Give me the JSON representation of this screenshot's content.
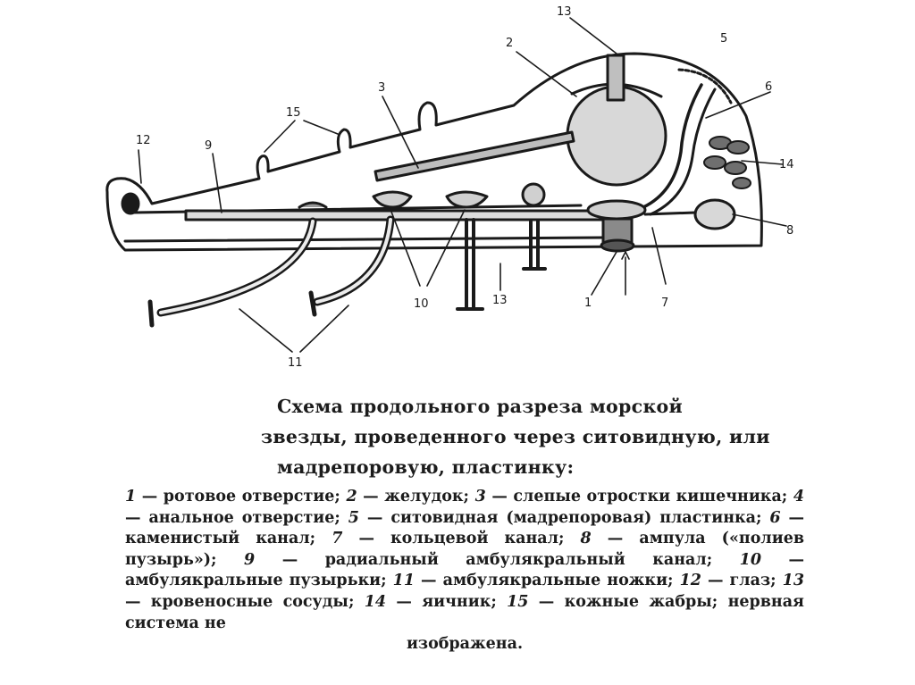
{
  "labels": {
    "l1": "1",
    "l2": "2",
    "l3": "3",
    "l5": "5",
    "l6": "6",
    "l7": "7",
    "l8": "8",
    "l9": "9",
    "l10": "10",
    "l11": "11",
    "l12": "12",
    "l13a": "13",
    "l13b": "13",
    "l14": "14",
    "l15": "15"
  },
  "caption": {
    "line1": "Схема  продольного  разреза  морской",
    "line2": "звезды,  проведенного  через  ситовидную,  или",
    "line3": "мадрепоровую,  пластинку:"
  },
  "legend": [
    {
      "num": "1",
      "text": " — ротовое отверстие; "
    },
    {
      "num": "2",
      "text": " — желудок; "
    },
    {
      "num": "3",
      "text": " — слепые отростки кишечника; "
    },
    {
      "num": "4",
      "text": " — анальное отверстие; "
    },
    {
      "num": "5",
      "text": " — ситовидная (мадрепоровая) пластинка; "
    },
    {
      "num": "6",
      "text": " — каменистый канал; "
    },
    {
      "num": "7",
      "text": " — кольцевой канал; "
    },
    {
      "num": "8",
      "text": " — ампула («полиев пузырь»); "
    },
    {
      "num": "9",
      "text": " — радиальный амбулякральный канал; "
    },
    {
      "num": "10",
      "text": " — амбулякральные пузырьки; "
    },
    {
      "num": "11",
      "text": " — амбулякральные ножки; "
    },
    {
      "num": "12",
      "text": " — глаз; "
    },
    {
      "num": "13",
      "text": " — кровеносные сосуды; "
    },
    {
      "num": "14",
      "text": " — яичник; "
    },
    {
      "num": "15",
      "text": " — кожные жабры; нервная система не"
    }
  ],
  "legend_last": "изображена."
}
